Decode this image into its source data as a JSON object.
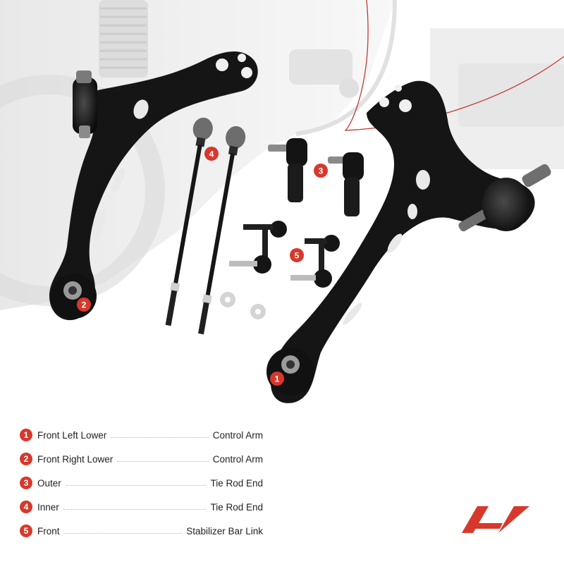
{
  "callouts": {
    "one": "1",
    "two": "2",
    "three": "3",
    "four": "4",
    "five": "5"
  },
  "parts": [
    {
      "number": "1",
      "left": "Front Left Lower",
      "right": "Control Arm"
    },
    {
      "number": "2",
      "left": "Front Right Lower",
      "right": "Control Arm"
    },
    {
      "number": "3",
      "left": "Outer",
      "right": "Tie Rod End"
    },
    {
      "number": "4",
      "left": "Inner",
      "right": "Tie Rod End"
    },
    {
      "number": "5",
      "left": "Front",
      "right": "Stabilizer Bar Link"
    }
  ],
  "colors": {
    "accent": "#d8382c",
    "part": "#151515",
    "background_photo": "#e6e6e6"
  }
}
